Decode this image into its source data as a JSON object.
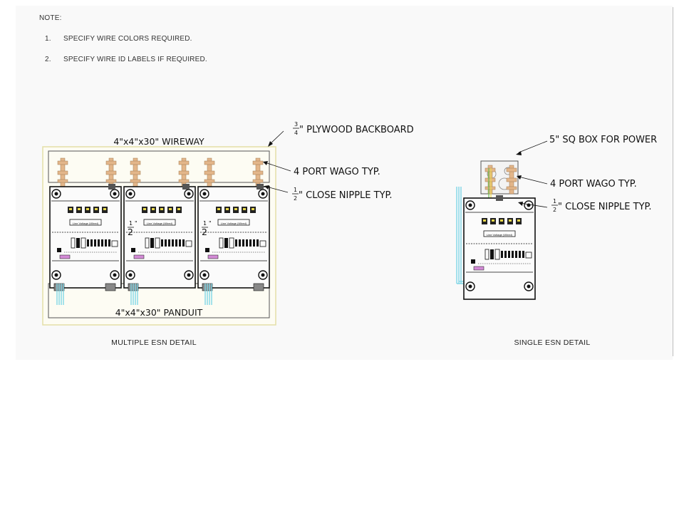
{
  "notes": {
    "heading": "NOTE:",
    "items": [
      {
        "num": "1.",
        "text": "SPECIFY WIRE COLORS REQUIRED."
      },
      {
        "num": "2.",
        "text": "SPECIFY WIRE ID LABELS IF REQUIRED."
      }
    ]
  },
  "multiple_detail": {
    "wireway_label": "4\"x4\"x30\" WIREWAY",
    "panduit_label": "4\"x4\"x30\" PANDUIT",
    "backboard_callout": {
      "frac_num": "3",
      "frac_den": "4",
      "text": "\" PLYWOOD BACKBOARD"
    },
    "wago_callout": "4 PORT WAGO TYP.",
    "nipple_callout": {
      "frac_num": "1",
      "frac_den": "2",
      "text": "\" CLOSE NIPPLE TYP."
    },
    "gap_label": {
      "num": "1",
      "den": "2",
      "unit": "\""
    },
    "module_label": "Line Voltage (Wired)",
    "caption": "MULTIPLE ESN DETAIL"
  },
  "single_detail": {
    "box_callout": "5\" SQ BOX FOR POWER",
    "wago_callout": "4 PORT WAGO TYP.",
    "nipple_callout": {
      "frac_num": "1",
      "frac_den": "2",
      "text": "\" CLOSE NIPPLE TYP."
    },
    "module_label": "Line Voltage (Wired)",
    "caption": "SINGLE ESN DETAIL"
  },
  "colors": {
    "wire_yellow": "#e8d84a",
    "wire_green": "#6cbf4a",
    "wire_cyan": "#7fd6e6",
    "wago_tan": "#e3b68a",
    "backboard": "#f2eecc"
  }
}
